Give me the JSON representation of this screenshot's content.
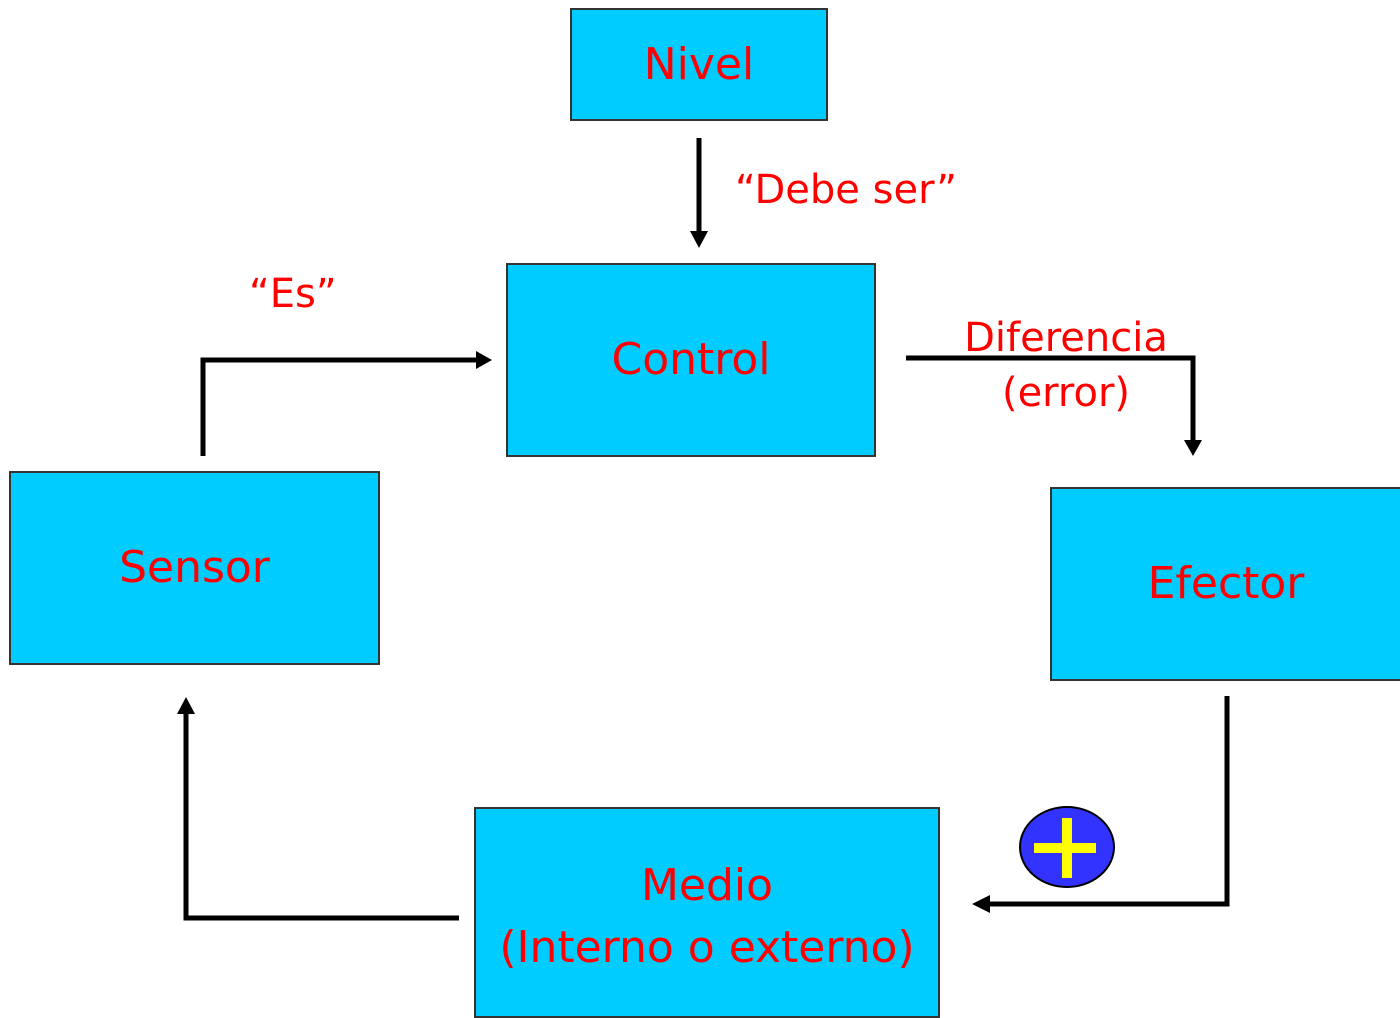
{
  "colors": {
    "box_fill": "#00ccff",
    "box_border": "#333333",
    "text": "#ff0000",
    "line": "#000000",
    "sign_fill": "#3333ff",
    "sign_mark": "#ffff00"
  },
  "boxes": {
    "nivel": "Nivel",
    "control": "Control",
    "sensor": "Sensor",
    "efector": "Efector",
    "medio_line1": "Medio",
    "medio_line2": "(Interno o externo)"
  },
  "labels": {
    "debe_ser": "“Debe ser”",
    "es": "“Es”",
    "diferencia": "Diferencia",
    "error": "(error)"
  },
  "sign": {
    "symbol": "plus-sign",
    "meaning": "positive"
  }
}
